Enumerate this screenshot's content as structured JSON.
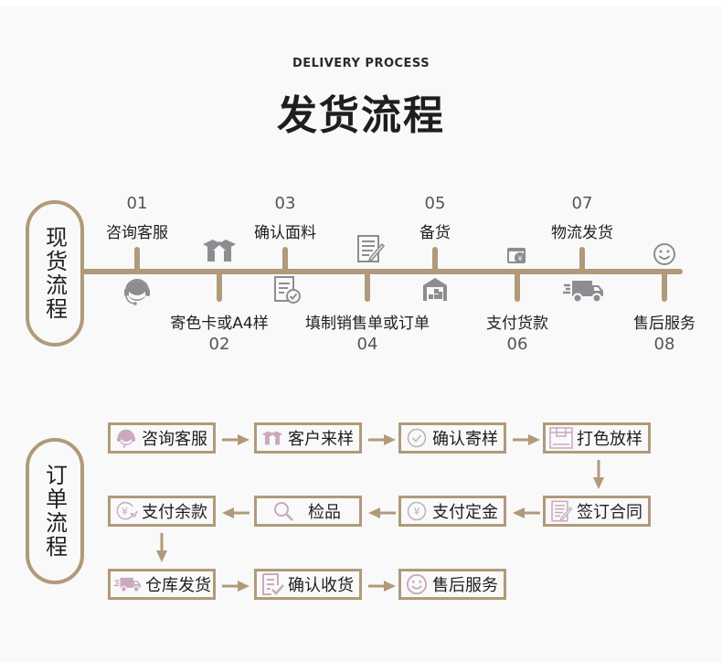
{
  "header": {
    "subtitle": "DELIVERY PROCESS",
    "title": "发货流程"
  },
  "colors": {
    "accent": "#b09a7a",
    "icon_gray": "#8e8c91",
    "icon_pink": "#c9a9bd",
    "background": "#f9f9f9"
  },
  "stock_process": {
    "label": "现货流程",
    "steps": [
      {
        "num": "01",
        "label": "咨询客服",
        "icon": "headset-icon",
        "position": "top"
      },
      {
        "num": "02",
        "label": "寄色卡或A4样",
        "icon": "package-box-icon",
        "position": "bottom"
      },
      {
        "num": "03",
        "label": "确认面料",
        "icon": "document-check-icon",
        "position": "top"
      },
      {
        "num": "04",
        "label": "填制销售单或订单",
        "icon": "document-edit-icon",
        "position": "bottom"
      },
      {
        "num": "05",
        "label": "备货",
        "icon": "warehouse-icon",
        "position": "top"
      },
      {
        "num": "06",
        "label": "支付货款",
        "icon": "wallet-yen-icon",
        "position": "bottom"
      },
      {
        "num": "07",
        "label": "物流发货",
        "icon": "delivery-truck-icon",
        "position": "top"
      },
      {
        "num": "08",
        "label": "售后服务",
        "icon": "smiley-icon",
        "position": "bottom"
      }
    ]
  },
  "order_process": {
    "label": "订单流程",
    "steps": [
      {
        "label": "咨询客服",
        "icon": "headset-icon"
      },
      {
        "label": "客户来样",
        "icon": "package-box-icon"
      },
      {
        "label": "确认寄样",
        "icon": "check-circle-icon"
      },
      {
        "label": "打色放样",
        "icon": "layout-icon"
      },
      {
        "label": "签订合同",
        "icon": "document-edit-icon"
      },
      {
        "label": "支付定金",
        "icon": "yen-circle-icon"
      },
      {
        "label": "检品",
        "icon": "search-icon"
      },
      {
        "label": "支付余款",
        "icon": "yen-refund-icon"
      },
      {
        "label": "仓库发货",
        "icon": "delivery-truck-icon"
      },
      {
        "label": "确认收货",
        "icon": "document-check-icon"
      },
      {
        "label": "售后服务",
        "icon": "smiley-icon"
      }
    ]
  }
}
